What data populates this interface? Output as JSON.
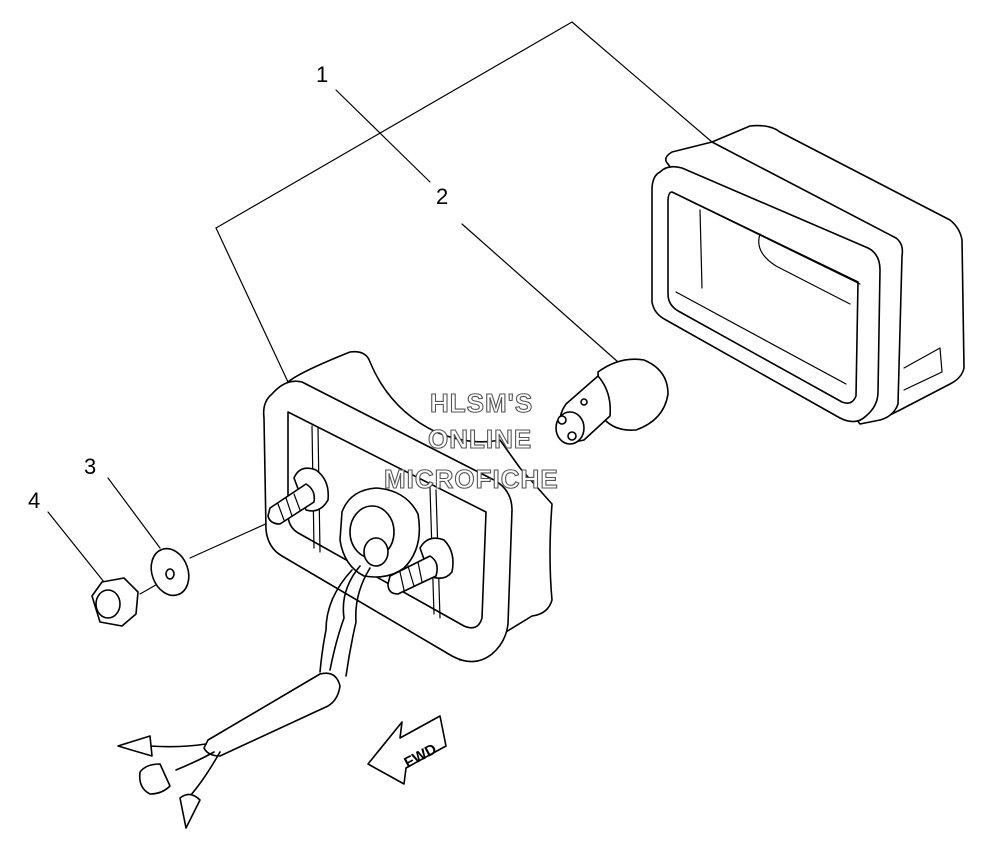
{
  "callouts": [
    {
      "id": "1",
      "label": "1"
    },
    {
      "id": "2",
      "label": "2"
    },
    {
      "id": "3",
      "label": "3"
    },
    {
      "id": "4",
      "label": "4"
    }
  ],
  "watermark": {
    "line1": "HLSM'S",
    "line2": "ONLINE",
    "line3": "MICROFICHE"
  },
  "direction_arrow": {
    "label": "FWD",
    "icon": "fwd-arrow-icon"
  }
}
